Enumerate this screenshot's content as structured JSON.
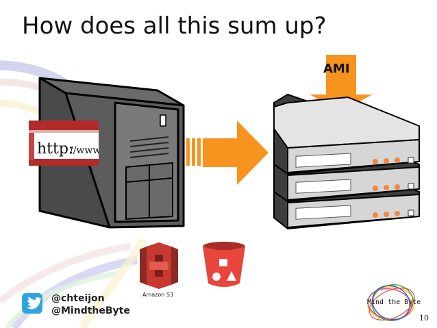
{
  "slide": {
    "title": "How does all this sum up?",
    "page_number": "10"
  },
  "server_stack": {
    "ami_label": "AMI"
  },
  "http_image": {
    "text_prefix": "http:",
    "text_suffix": "//www."
  },
  "storage": {
    "s3_label": "Amazon S3"
  },
  "footer": {
    "twitter_handle": "@chteijon",
    "company_handle": "@MindtheByte",
    "logo_text": "Mind the Byte"
  },
  "icons": {
    "twitter": "twitter-bird-icon",
    "s3": "amazon-s3-icon",
    "bucket": "s3-bucket-icon",
    "tower": "server-tower-icon",
    "arrow": "arrow-right-icon",
    "servers": "rack-servers-icon"
  },
  "colors": {
    "orange": "#f7931e",
    "s3_red": "#c7382f",
    "bucket_red": "#e8453c",
    "twitter_blue": "#2ea6db",
    "tower_dark": "#555555",
    "server_gray": "#d4d4d4"
  }
}
